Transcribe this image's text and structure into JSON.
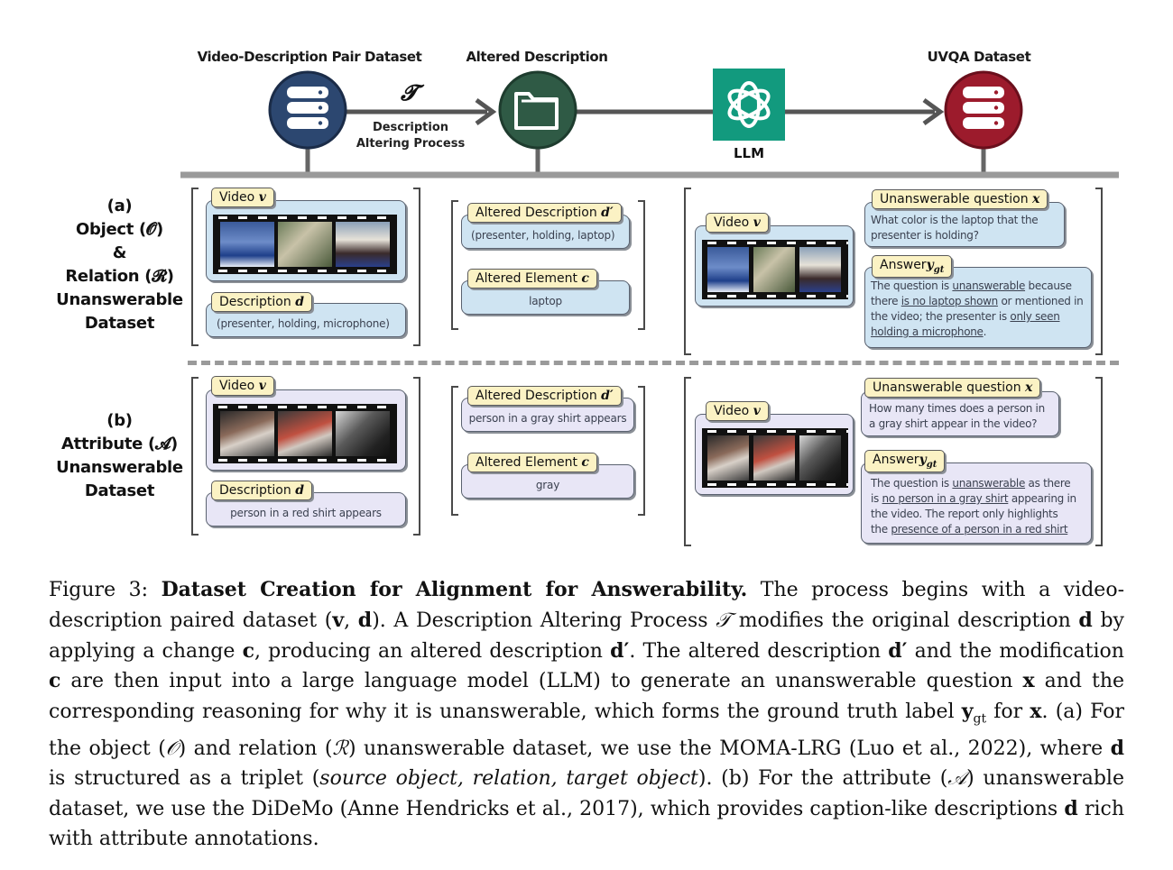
{
  "diagram": {
    "stages": [
      {
        "label": "Video-Description Pair Dataset",
        "color": "#2c4770"
      },
      {
        "label": "Altered Description",
        "color": "#2f5a45"
      },
      {
        "label": "",
        "color": "#129a7e"
      },
      {
        "label": "UVQA Dataset",
        "color": "#9c1b2c"
      }
    ],
    "transform_symbol": "𝓣",
    "process_label_line1": "Description",
    "process_label_line2": "Altering Process",
    "llm_label": "LLM",
    "divider_color": "#9a9a9a"
  },
  "row_a": {
    "label_lines": [
      "(a)",
      "Object (𝓞)",
      "&",
      "Relation (𝓡)",
      "Unanswerable",
      "Dataset"
    ],
    "video_tag": "Video",
    "video_sym": "v",
    "description_tag": "Description",
    "description_sym": "d",
    "description_text": "(presenter,  holding,  microphone)",
    "altered_description_tag": "Altered Description",
    "altered_description_sym": "d′",
    "altered_description_text": "(presenter,  holding, laptop)",
    "altered_element_tag": "Altered Element",
    "altered_element_sym": "c",
    "altered_element_text": "laptop",
    "uvqa_video_tag": "Video",
    "uvqa_video_sym": "v",
    "question_tag": "Unanswerable question",
    "question_sym": "x",
    "question_line1": "What color is the laptop that the",
    "question_line2": "presenter is holding?",
    "answer_tag": "Answer",
    "answer_sym": "y",
    "answer_sub": "gt",
    "answer_l1a": "The question is ",
    "answer_l1u": "unanswerable",
    "answer_l1b": " because",
    "answer_l2a": "there ",
    "answer_l2u": "is no laptop shown",
    "answer_l2b": " or mentioned in",
    "answer_l3a": "the video; the presenter is ",
    "answer_l3u": "only seen",
    "answer_l4u": "holding a microphone",
    "answer_l4b": "."
  },
  "row_b": {
    "label_lines": [
      "(b)",
      "Attribute (𝓐)",
      "Unanswerable",
      "Dataset"
    ],
    "video_tag": "Video",
    "video_sym": "v",
    "description_tag": "Description",
    "description_sym": "d",
    "description_text": "person in a red shirt appears",
    "altered_description_tag": "Altered Description",
    "altered_description_sym": "d′",
    "altered_description_text": "person in a gray shirt appears",
    "altered_element_tag": "Altered Element",
    "altered_element_sym": "c",
    "altered_element_text": "gray",
    "uvqa_video_tag": "Video",
    "uvqa_video_sym": "v",
    "question_tag": "Unanswerable question",
    "question_sym": "x",
    "question_line1": "How many times does a person in",
    "question_line2": "a gray shirt appear in the video?",
    "answer_tag": "Answer",
    "answer_sym": "y",
    "answer_sub": "gt",
    "answer_l1a": "The question is ",
    "answer_l1u": "unanswerable",
    "answer_l1b": " as there",
    "answer_l2a": "is ",
    "answer_l2u": "no person in a gray shirt",
    "answer_l2b": " appearing in",
    "answer_l3a": "the video. The report only highlights",
    "answer_l4a": "the ",
    "answer_l4u": "presence of a person in a red shirt"
  },
  "caption": {
    "fig": "Figure 3: ",
    "title": "Dataset Creation for Alignment for Answerability.",
    "t1": " The process begins with a video-description paired dataset (",
    "v": "v",
    "comma": ", ",
    "d": "d",
    "t2": "). A Description Altering Process ",
    "T": "𝒯",
    "t3": " modifies the original description ",
    "t4": " by applying a change ",
    "c": "c",
    "t5": ", producing an altered description ",
    "dp": "d′",
    "t6": ".  The altered description ",
    "t7": " and the modification ",
    "t8": " are then input into a large language model (LLM) to generate an unanswerable question ",
    "x": "x",
    "t9": " and the corresponding reasoning for why it is unanswerable, which forms the ground truth label ",
    "y": "y",
    "gt": "gt",
    "t10": " for ",
    "t11": ". (a) For the object (",
    "O": "𝒪",
    "t12": ") and relation (",
    "R": "ℛ",
    "t13": ") unanswerable dataset, we use the MOMA-LRG (Luo et al., 2022), where ",
    "t14": " is structured as a triplet (",
    "triplet": "source object, relation, target object",
    "t15": "). (b) For the attribute (",
    "A": "𝒜",
    "t16": ") unanswerable dataset, we use the DiDeMo (Anne Hendricks et al., 2017), which provides caption-like descriptions ",
    "t17": " rich with attribute annotations."
  }
}
